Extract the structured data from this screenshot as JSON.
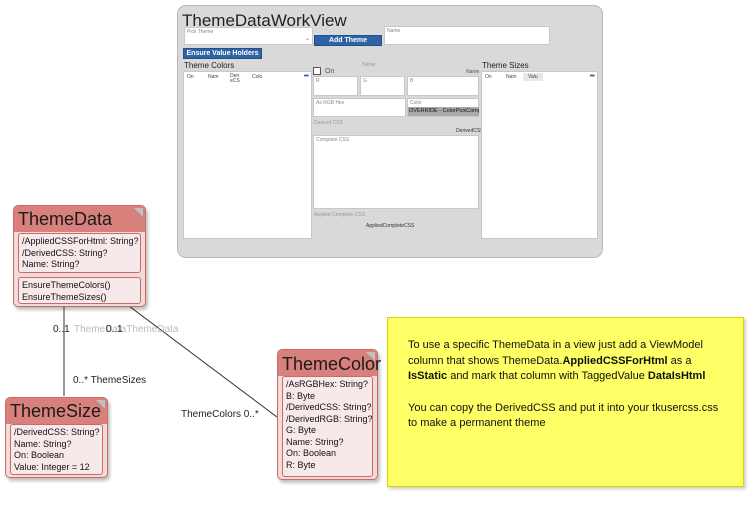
{
  "workview": {
    "title": "ThemeDataWorkView",
    "pick_theme_label": "Pick Theme",
    "add_theme_button": "Add Theme",
    "name_label": "Name",
    "ensure_button": "Ensure Value Holders",
    "theme_colors_label": "Theme Colors",
    "colors_columns": [
      "On",
      "Nam",
      "Deri· eCS",
      "Colo"
    ],
    "on_label": "On",
    "name_small": "Name",
    "name_small_right": "Name",
    "r_label": "R",
    "g_label": "G",
    "b_label": "B",
    "as_rgb_hex_label": "As RGB Hex",
    "color_label": "Color",
    "override_text": "OVERRIDE - ColorPickComp",
    "derived_css_label": "Derived CSS",
    "derived_css_value": "DerivedCSS",
    "complete_css_label": "Complete CSS",
    "applied_complete_label": "Applied Complete CSS",
    "applied_complete_value": "AppliedCompleteCSS",
    "theme_sizes_label": "Theme Sizes",
    "sizes_columns": [
      "On",
      "Nam",
      "Valu"
    ],
    "more_icon": "ellipsis-icon",
    "accent": "#2e63a8"
  },
  "classes": {
    "theme_data": {
      "name": "ThemeData",
      "attributes": [
        "/AppliedCSSForHtml: String?",
        "/DerivedCSS: String?",
        "Name: String?"
      ],
      "methods": [
        "EnsureThemeColors()",
        "EnsureThemeSizes()"
      ]
    },
    "theme_size": {
      "name": "ThemeSize",
      "attributes": [
        "/DerivedCSS: String?",
        "Name: String?",
        "On: Boolean",
        "Value: Integer = 12"
      ]
    },
    "theme_color": {
      "name": "ThemeColor",
      "attributes": [
        "/AsRGBHex: String?",
        "B: Byte",
        "/DerivedCSS: String?",
        "/DerivedRGB: String?",
        "G: Byte",
        "Name: String?",
        "On: Boolean",
        "R: Byte"
      ]
    },
    "header_color": "#d8807b",
    "body_color": "#f3dada"
  },
  "associations": {
    "mult_left": "0..1",
    "faded_label": "ThemeDataThemeData",
    "mult_mid": "0..1",
    "sizes_label": "0..* ThemeSizes",
    "colors_label": "ThemeColors 0..*"
  },
  "note": {
    "p1_a": "To use a specific ThemeData in a view just add a ViewModel column that shows ThemeData.",
    "p1_b": "AppliedCSSForHtml",
    "p1_c": " as a ",
    "p1_d": "IsStatic",
    "p1_e": " and mark that column with TaggedValue ",
    "p1_f": "DataIsHtml",
    "p2": "You can copy  the DerivedCSS and put it into your tkusercss.css to make a permanent theme",
    "background": "#ffff66"
  }
}
